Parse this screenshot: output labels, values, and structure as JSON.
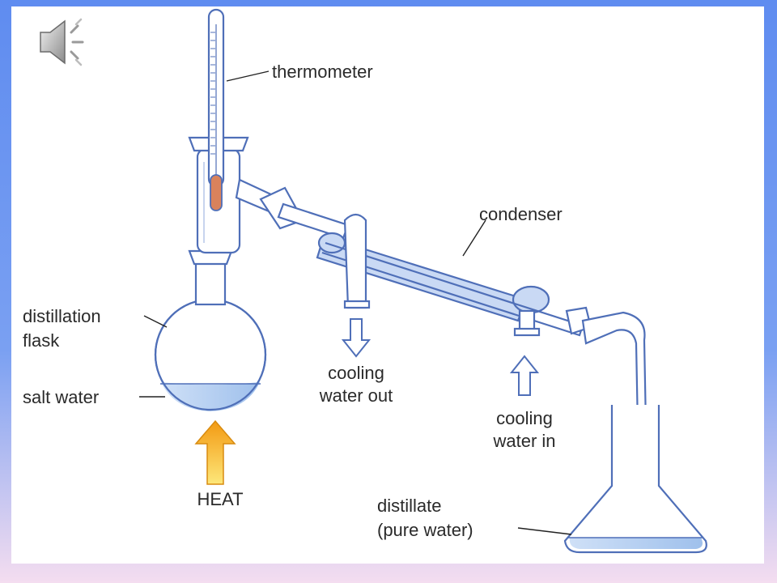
{
  "labels": {
    "thermometer": "thermometer",
    "condenser": "condenser",
    "flask_line1": "distillation",
    "flask_line2": "flask",
    "salt_water": "salt water",
    "cooling_out_line1": "cooling",
    "cooling_out_line2": "water out",
    "cooling_in_line1": "cooling",
    "cooling_in_line2": "water in",
    "heat": "HEAT",
    "distillate_line1": "distillate",
    "distillate_line2": "(pure water)"
  },
  "icons": {
    "speaker": "speaker-icon"
  },
  "colors": {
    "background_top": "#5f8cf0",
    "background_bottom": "#f4ddf0",
    "glass_outline": "#4f6fb8",
    "water": "#bcd3f3",
    "heat_arrow": "#f3a81c",
    "thermometer_bulb": "#d9825c"
  }
}
